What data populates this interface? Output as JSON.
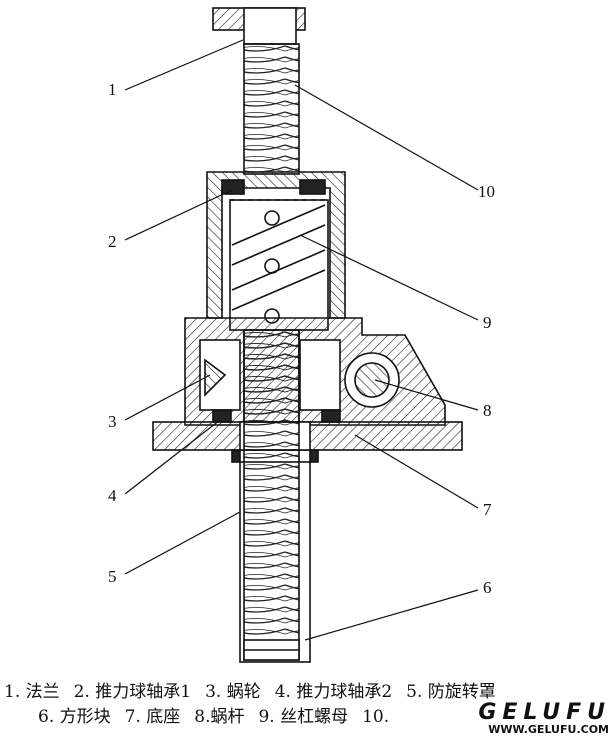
{
  "callouts": [
    "1",
    "2",
    "3",
    "4",
    "5",
    "6",
    "7",
    "8",
    "9",
    "10"
  ],
  "caption": {
    "line1": [
      "1. 法兰",
      "2. 推力球轴承1",
      "3. 蜗轮",
      "4. 推力球轴承2",
      "5. 防旋转罩"
    ],
    "line2": [
      "6. 方形块",
      "7. 底座",
      "8.蜗杆",
      "9. 丝杠螺母",
      "10."
    ]
  },
  "watermark": {
    "brand": "GELUFU",
    "url": "WWW.GELUFU.COM"
  }
}
